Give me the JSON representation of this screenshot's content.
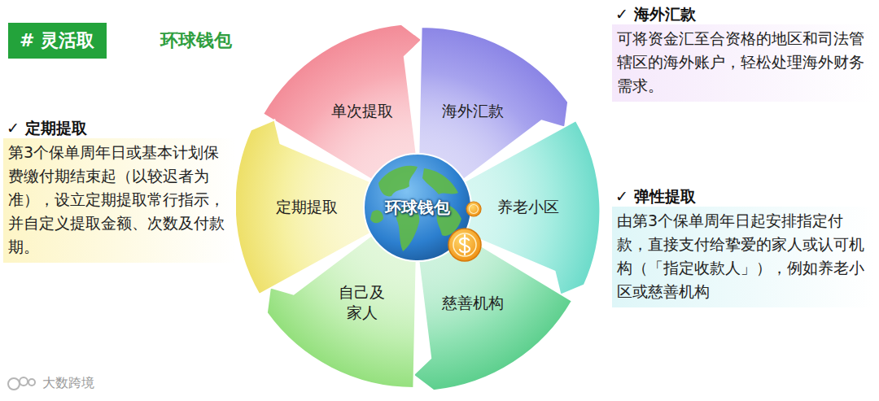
{
  "diagram": {
    "title": "环球钱包",
    "nodes": [
      {
        "text": [
          "# 灵活取"
        ]
      },
      {
        "text": [
          "单次提取"
        ]
      },
      {
        "text": [
          "海外汇款"
        ]
      },
      {
        "text": [
          "养老小区"
        ]
      },
      {
        "text": [
          "慈善机构"
        ]
      },
      {
        "text": [
          "自己及家人"
        ]
      },
      {
        "text": [
          "定期提取"
        ]
      },
      {
        "text": [
          "环球钱包"
        ]
      },
      {
        "text": [
          "✓ 定期提取",
          "第3个保单周年日或基本计划保费缴付期结束起（以较迟者为准），设立定期提取常行指示，并自定义提取金额、次数及付款期。"
        ]
      },
      {
        "text": [
          "✓ 海外汇款",
          "可将资金汇至合资格的地区和司法管辖区的海外账户，轻松处理海外财务需求。"
        ]
      },
      {
        "text": [
          "✓ 弹性提取",
          "由第3个保单周年日起安排指定付款，直接支付给挚爱的家人或认可机构（「指定收款人」），例如养老小区或慈善机构"
        ]
      }
    ],
    "edges": [],
    "labels": [
      "大数跨境"
    ]
  }
}
